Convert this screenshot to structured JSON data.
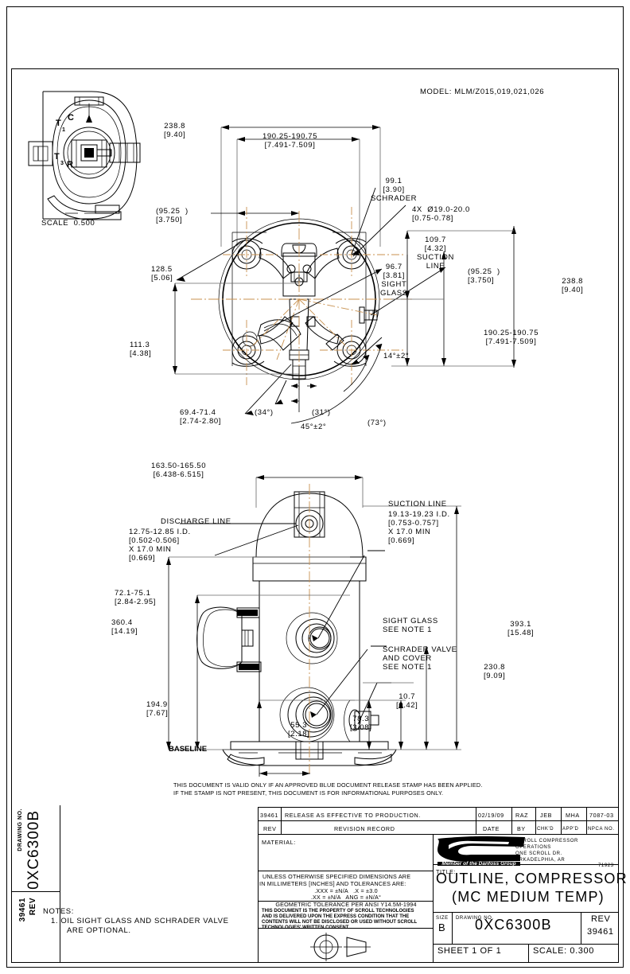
{
  "sheet": {
    "model_label": "MODEL: MLM/Z015,019,021,026",
    "validity_note_line1": "THIS DOCUMENT IS VALID ONLY IF AN APPROVED BLUE DOCUMENT RELEASE STAMP HAS BEEN APPLIED.",
    "validity_note_line2": "IF THE STAMP IS NOT PRESENT, THIS DOCUMENT IS FOR INFORMATIONAL PURPOSES ONLY.",
    "notes_heading": "NOTES:",
    "note_1_line1": "1. OIL SIGHT GLASS AND SCHRADER VALVE",
    "note_1_line2": "ARE OPTIONAL.",
    "margin_drawing_no_label": "DRAWING NO.",
    "margin_drawing_no": "0XC6300B",
    "margin_rev_label": "REV",
    "margin_rev": "39461"
  },
  "terminal_detail": {
    "label_t1": "T",
    "label_t1_sub": "1",
    "label_c": "C",
    "label_t3": "T",
    "label_t3_sub": "3",
    "label_r": "R",
    "scale_text": "SCALE  0.500"
  },
  "top_view_dims": {
    "d_238_8_left": "238.8\n[9.40]",
    "d_190_25_top": "190.25-190.75\n[7.491-7.509]",
    "d_95_25_left": "(95.25  )\n[3.750]",
    "d_99_1_schrader": "99.1\n[3.90]\nSCHRADER",
    "d_4x_hole": "4X  Ø19.0-20.0\n[0.75-0.78]",
    "d_109_7_suction": "109.7\n[4.32]\nSUCTION\nLINE",
    "d_96_7_sight": "96.7\n[3.81]\nSIGHT\nGLASS",
    "d_95_25_right": "(95.25  )\n[3.750]",
    "d_238_8_right": "238.8\n[9.40]",
    "d_190_25_right": "190.25-190.75\n[7.491-7.509]",
    "d_128_5": "128.5\n[5.06]",
    "d_111_3": "111.3\n[4.38]",
    "d_69_4": "69.4-71.4\n[2.74-2.80]",
    "a_34": "(34°)",
    "a_31": "(31°)",
    "a_45": "45°±2°",
    "a_73": "(73°)",
    "a_14": "14°±2°"
  },
  "side_view_dims": {
    "d_163_50": "163.50-165.50\n[6.438-6.515]",
    "discharge_line": "DISCHARGE LINE",
    "discharge_spec": "12.75-12.85 I.D.\n[0.502-0.506]\nX 17.0 MIN\n[0.669]",
    "suction_line": "SUCTION LINE",
    "suction_spec": "19.13-19.23 I.D.\n[0.753-0.757]\nX 17.0 MIN\n[0.669]",
    "d_72_1": "72.1-75.1\n[2.84-2.95]",
    "d_360_4": "360.4\n[14.19]",
    "d_194_9": "194.9\n[7.67]",
    "d_393_1": "393.1\n[15.48]",
    "d_230_8": "230.8\n[9.09]",
    "d_10_7": "10.7\n[0.42]",
    "d_78_3": "78.3\n[3.08]",
    "d_55_3": "55.3\n[2.18]",
    "sight_glass": "SIGHT GLASS\nSEE NOTE 1",
    "schrader_valve": "SCHRADER VALVE\nAND COVER\nSEE NOTE 1",
    "baseline": "BASELINE"
  },
  "title_block": {
    "revision_rows": [
      {
        "rev": "39461",
        "description": "RELEASE AS EFFECTIVE TO PRODUCTION.",
        "date": "02/19/09",
        "by": "RAZ",
        "chkd": "JEB",
        "appd": "MHA",
        "npca_no": "7087-03"
      }
    ],
    "revision_headers": {
      "rev": "REV",
      "description": "REVISION RECORD",
      "date": "DATE",
      "by": "BY",
      "chkd": "CHK'D",
      "appd": "APP'D",
      "npca_no": "NPCA NO."
    },
    "material_label": "MATERIAL:",
    "tolerance_line1": "UNLESS OTHERWISE SPECIFIED DIMENSIONS ARE",
    "tolerance_line2": "IN MILLIMETERS [INCHES] AND TOLERANCES ARE:",
    "tolerance_line3": ".XXX = ±N/A   .X = ±3.0",
    "tolerance_line4": ".XX = ±N/A   ANG = ±N/A°",
    "tolerance_line5": "GEOMETRIC TOLERANCE PER ANSI Y14.5M-1994",
    "proprietary_line1": "THIS DOCUMENT IS THE PROPERTY OF SCROLL TECHNOLOGIES",
    "proprietary_line2": "AND IS DELIVERED UPON THE EXPRESS CONDITION THAT THE",
    "proprietary_line3": "CONTENTS WILL NOT BE DISCLOSED OR USED WITHOUT SCROLL",
    "proprietary_line4": "TECHNOLOGIES' WRITTEN CONSENT.",
    "logo_name": "SCROLL",
    "logo_sub": "TECHNOLOGIES",
    "logo_member": "Member of the Danfoss Group",
    "company_line1": "SCROLL COMPRESSOR",
    "company_line2": "OPERATIONS",
    "company_line3": "ONE SCROLL DR.",
    "company_line4": "ARKADELPHIA, AR",
    "company_zip": "71923",
    "title_label": "TITLE:",
    "title_line1": "OUTLINE, COMPRESSOR",
    "title_line2": "(MC MEDIUM TEMP)",
    "size_label": "SIZE",
    "size_value": "B",
    "drawing_no_label": "DRAWING NO.",
    "drawing_no_value": "0XC6300B",
    "rev_label": "REV",
    "rev_value": "39461",
    "sheet_text": "SHEET 1 OF 1",
    "scale_text": "SCALE: 0.300"
  }
}
